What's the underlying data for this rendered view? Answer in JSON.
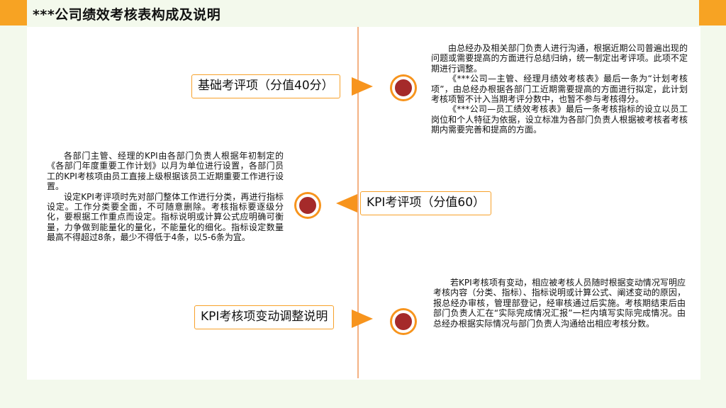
{
  "header": {
    "title": "***公司绩效考核表构成及说明"
  },
  "items": [
    {
      "label": "基础考评项（分值40分）",
      "paragraphs": [
        "由总经办及相关部门负责人进行沟通，根据近期公司普遍出现的问题或需要提高的方面进行总结归纳，统一制定出考评项。此项不定期进行调整。",
        "《***公司—主管、经理月绩效考核表》最后一条为“计划考核项”，由总经办根据各部门工近期需要提高的方面进行拟定，此计划考核项暂不计入当期考评分数中，也暂不参与考核得分。",
        "《***公司—员工绩效考核表》最后一条考核指标的设立以员工岗位和个人特征为依据，设立标准为各部门负责人根据被考核者考核期内需要完善和提高的方面。"
      ]
    },
    {
      "label": "KPI考评项（分值60）",
      "paragraphs": [
        "各部门主管、经理的KPI由各部门负责人根据年初制定的《各部门年度重要工作计划》以月为单位进行设置，各部门员工的KPI考核项由员工直接上级根据该员工近期重要工作进行设置。",
        "设定KPI考评项时先对部门整体工作进行分类，再进行指标设定。工作分类要全面，不可随意删除。考核指标要逐级分化，要根据工作重点而设定。指标说明或计算公式应明确可衡量，力争做到能量化的量化，不能量化的细化。指标设定数量最高不得超过8条，最少不得低于4条，以5-6条为宜。"
      ]
    },
    {
      "label": "KPI考核项变动调整说明",
      "paragraphs": [
        "若KPI考核项有变动，相应被考核人员随时根据变动情况写明应考核内容（分类、指标）、指标说明或计算公式、阐述变动的原因，报总经办审核，管理部登记，经审核通过后实施。考核期结束后由部门负责人汇在“实际完成情况汇报”一栏内填写实际完成情况。由总经办根据实际情况与部门负责人沟通给出相应考核分数。"
      ]
    }
  ],
  "colors": {
    "accent": "#f7941d",
    "node": "#a52a2a",
    "spine": "#f4b183",
    "background": "#f3f9ec"
  }
}
